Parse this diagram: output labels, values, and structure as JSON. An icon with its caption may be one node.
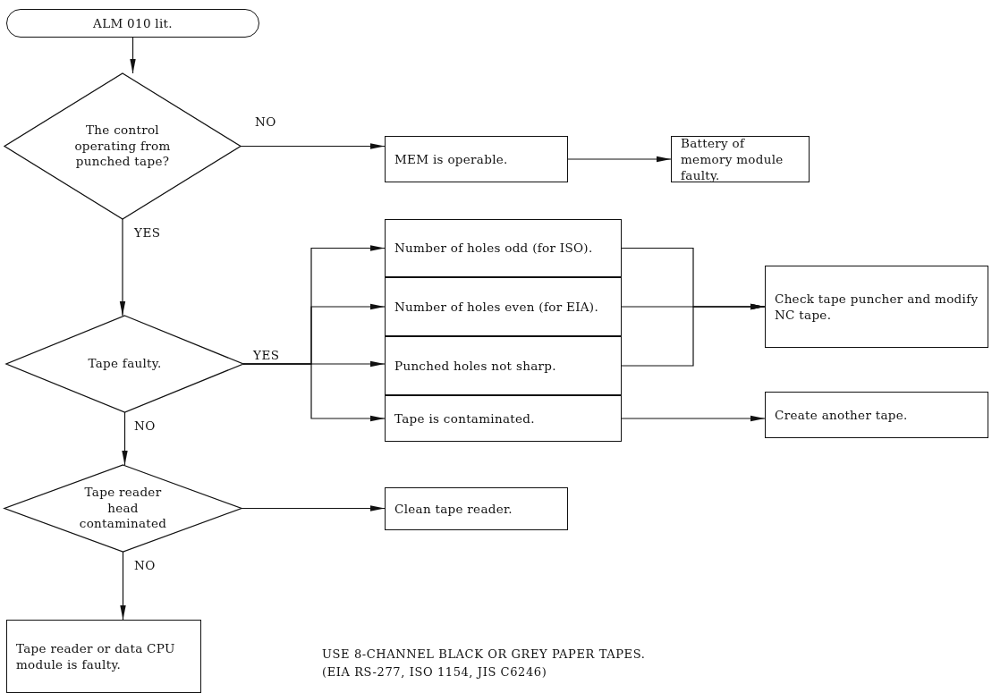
{
  "diagram": {
    "nodes": [
      {
        "text": [
          "ALM 010 lit."
        ]
      },
      {
        "text": [
          "The control operating from punched tape?"
        ]
      },
      {
        "text": [
          "MEM is operable."
        ]
      },
      {
        "text": [
          "Battery of memory module faulty."
        ]
      },
      {
        "text": [
          "Tape faulty."
        ]
      },
      {
        "text": [
          "Number of holes odd (for ISO)."
        ]
      },
      {
        "text": [
          "Number of holes even (for EIA)."
        ]
      },
      {
        "text": [
          "Punched holes not sharp."
        ]
      },
      {
        "text": [
          "Tape is contaminated."
        ]
      },
      {
        "text": [
          "Check tape puncher and modify NC tape."
        ]
      },
      {
        "text": [
          "Create another tape."
        ]
      },
      {
        "text": [
          "Tape reader head contaminated"
        ]
      },
      {
        "text": [
          "Clean tape reader."
        ]
      },
      {
        "text": [
          "Tape reader or data CPU module is faulty."
        ]
      }
    ],
    "edges": [
      {
        "from": 0,
        "to": 1,
        "arrow": "to"
      },
      {
        "from": 1,
        "to": 2,
        "arrow": "to",
        "label": "NO"
      },
      {
        "from": 2,
        "to": 3,
        "arrow": "to"
      },
      {
        "from": 1,
        "to": 4,
        "arrow": "to",
        "label": "YES"
      },
      {
        "from": 4,
        "to": 5,
        "arrow": "to"
      },
      {
        "from": 4,
        "to": 6,
        "arrow": "to"
      },
      {
        "from": 4,
        "to": 7,
        "arrow": "to",
        "label": "YES"
      },
      {
        "from": 4,
        "to": 8,
        "arrow": "to"
      },
      {
        "from": 5,
        "to": 9,
        "arrow": "to"
      },
      {
        "from": 6,
        "to": 9,
        "arrow": "to"
      },
      {
        "from": 7,
        "to": 9,
        "arrow": "to"
      },
      {
        "from": 8,
        "to": 10,
        "arrow": "to"
      },
      {
        "from": 4,
        "to": 11,
        "arrow": "to",
        "label": "NO"
      },
      {
        "from": 11,
        "to": 12,
        "arrow": "to"
      },
      {
        "from": 11,
        "to": 13,
        "arrow": "to",
        "label": "NO"
      }
    ],
    "labels": [
      "USE 8-CHANNEL BLACK OR GREY PAPER TAPES.",
      "(EIA RS-277, ISO 1154, JIS C6246)"
    ]
  }
}
